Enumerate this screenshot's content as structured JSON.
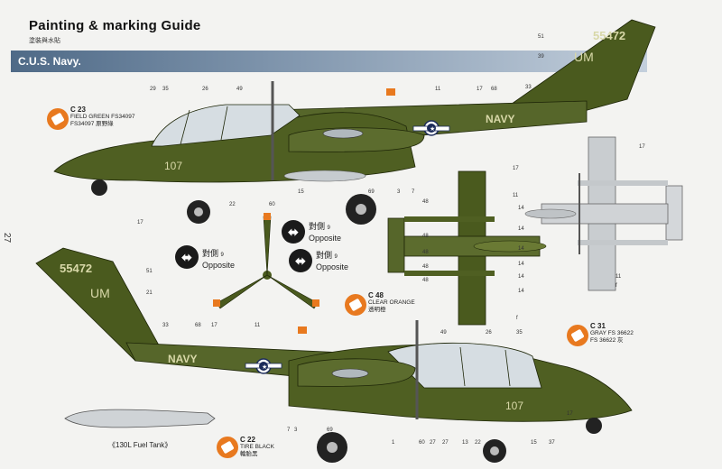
{
  "header": {
    "title": "Painting & marking Guide",
    "subtitle_cn": "塗裝與水貼",
    "section": "C.U.S. Navy."
  },
  "page_number": "27",
  "colors": {
    "field_green": "#4a5a1e",
    "gray": "#b8bcc0",
    "orange": "#e8791f",
    "section_bar": "#5d7895"
  },
  "callouts": {
    "green": {
      "code": "C 23",
      "line1": "FIELD GREEN FS34097",
      "line2": "FS34097 原野綠"
    },
    "orange": {
      "code": "C 48",
      "line1": "CLEAR ORANGE",
      "line2": "透明橙"
    },
    "gray": {
      "code": "C 31",
      "line1": "GRAY FS 36622",
      "line2": "FS 36622 灰"
    },
    "tire": {
      "code": "C 22",
      "line1": "TIRE BLACK",
      "line2": "輪胎黑"
    }
  },
  "opposite": {
    "symbol": "⬌",
    "cn": "對側",
    "num": "9",
    "label": "Opposite"
  },
  "fuel_tank": "《130L Fuel Tank》",
  "markings": {
    "tail_number": "55472",
    "tail_code": "UM",
    "fuselage_text": "NAVY",
    "nose_number": "107"
  },
  "part_numbers_top": [
    "29",
    "35",
    "26",
    "49",
    "11",
    "17",
    "68",
    "33",
    "51",
    "39",
    "17",
    "22",
    "60",
    "15",
    "69",
    "3",
    "7"
  ],
  "part_numbers_right": [
    "17",
    "11",
    "14",
    "48",
    "14",
    "48",
    "14",
    "48",
    "14",
    "48",
    "14",
    "48",
    "14",
    "f",
    "17",
    "11",
    "f"
  ],
  "part_numbers_bottom": [
    "51",
    "21",
    "33",
    "68",
    "17",
    "11",
    "49",
    "26",
    "35",
    "69",
    "7",
    "3",
    "60",
    "27",
    "27",
    "13",
    "22",
    "1",
    "15",
    "37",
    "17"
  ]
}
